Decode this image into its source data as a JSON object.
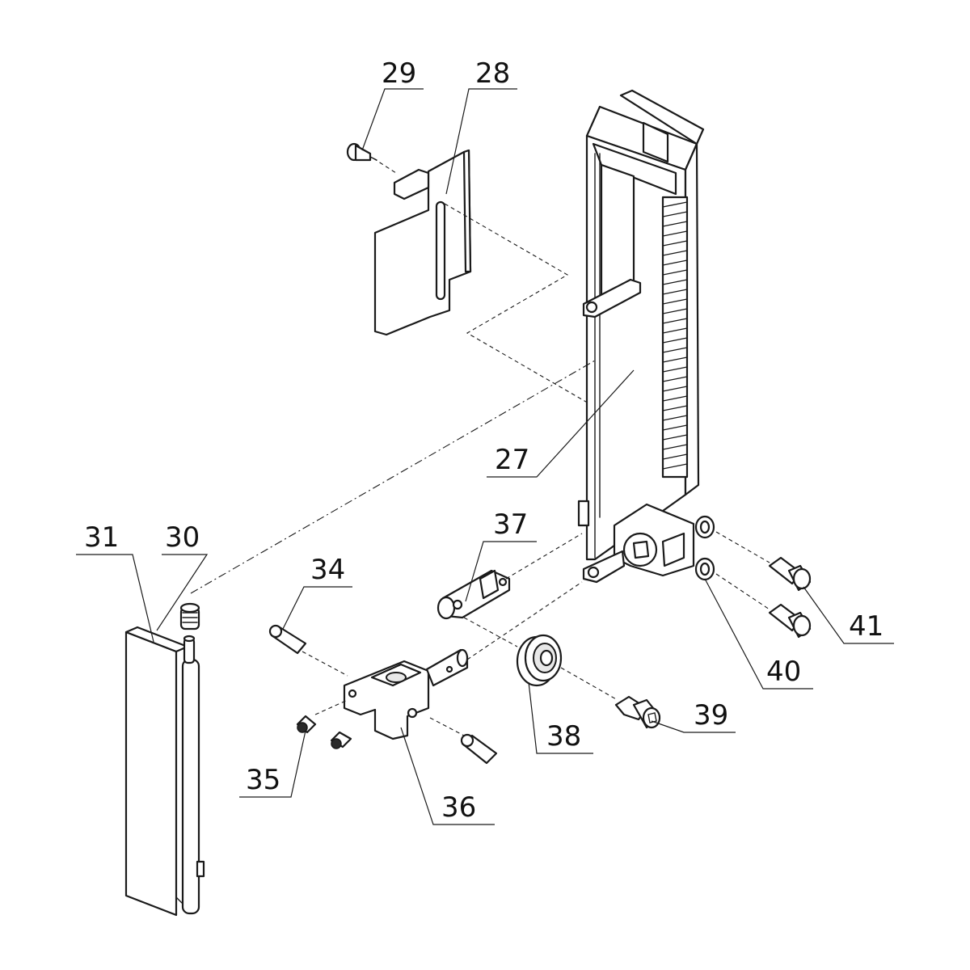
{
  "diagram": {
    "type": "exploded-parts-view",
    "line_color": "#1a1a1a",
    "background": "#ffffff",
    "callouts": [
      {
        "id": "c27",
        "label": "27"
      },
      {
        "id": "c28",
        "label": "28"
      },
      {
        "id": "c29",
        "label": "29"
      },
      {
        "id": "c30",
        "label": "30"
      },
      {
        "id": "c31",
        "label": "31"
      },
      {
        "id": "c34",
        "label": "34"
      },
      {
        "id": "c35",
        "label": "35"
      },
      {
        "id": "c36",
        "label": "36"
      },
      {
        "id": "c37",
        "label": "37"
      },
      {
        "id": "c38",
        "label": "38"
      },
      {
        "id": "c39",
        "label": "39"
      },
      {
        "id": "c40",
        "label": "40"
      },
      {
        "id": "c41",
        "label": "41"
      }
    ]
  }
}
